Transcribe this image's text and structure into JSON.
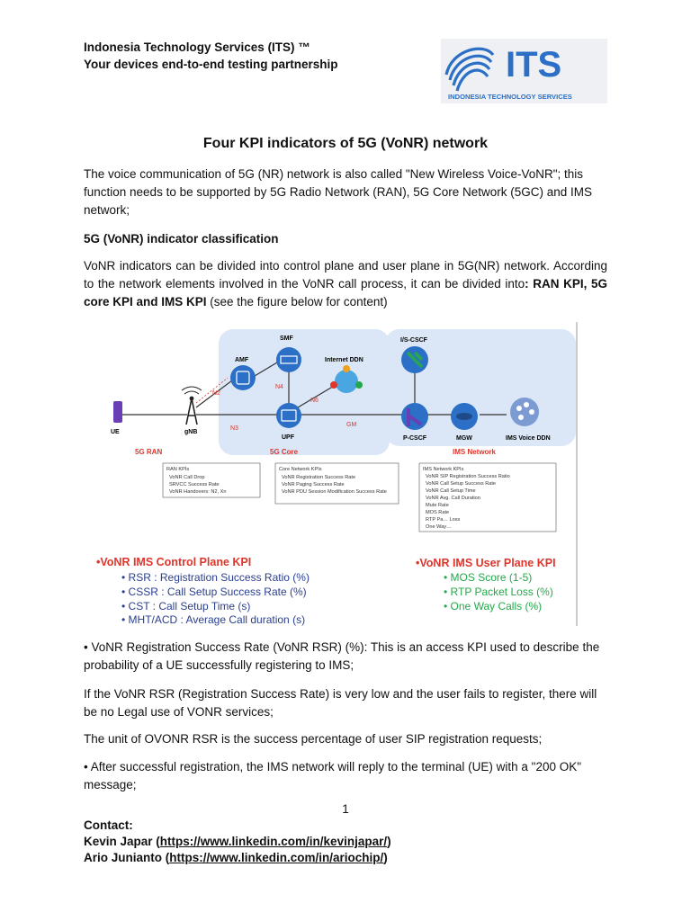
{
  "header": {
    "company": "Indonesia Technology Services (ITS) ™",
    "tagline": "Your devices end-to-end testing partnership",
    "logo_text": "ITS",
    "logo_subtext": "INDONESIA TECHNOLOGY SERVICES"
  },
  "title": "Four KPI indicators of 5G (VoNR) network",
  "para1": "The voice communication of 5G (NR) network is also called \"New Wireless Voice-VoNR\"; this function needs to be supported by 5G Radio Network (RAN), 5G Core Network (5GC) and IMS network;",
  "section_heading": "5G (VoNR) indicator classification",
  "para2_a": "VoNR indicators can be divided into control plane and user plane in 5G(NR) network. According to the network elements involved in the VoNR call process, it can be divided into",
  "para2_bold": ": RAN KPI, 5G core KPI and IMS KPI",
  "para2_b": " (see the figure below for content)",
  "figure": {
    "nodes": {
      "smf": "SMF",
      "amf": "AMF",
      "internet_ddn": "Internet DDN",
      "iscscf": "I/S-CSCF",
      "ue": "UE",
      "gnb": "gNB",
      "upf": "UPF",
      "pcscf": "P-CSCF",
      "mgw": "MGW",
      "ims_voice_ddn": "IMS Voice DDN"
    },
    "links": {
      "n2": "N2",
      "n4": "N4",
      "n6": "N6",
      "n3": "N3",
      "gm": "GM"
    },
    "domains": {
      "ran": "5G RAN",
      "core": "5G Core",
      "ims": "IMS Network"
    },
    "ran_box": {
      "title": "RAN KPIs",
      "items": [
        "VoNR Call Drop",
        "SRVCC Success Rate",
        "VoNR Handovers: N2, Xn"
      ]
    },
    "core_box": {
      "title": "Core Network KPIs",
      "items": [
        "VoNR Registration Success Rate",
        "VoNR Paging Success Rate",
        "VoNR PDU Session Modification Success Rate"
      ]
    },
    "ims_box": {
      "title": "IMS Network KPIs",
      "items": [
        "VoNR SIP Registration Success Ratio",
        "VoNR Call Setup Success Rate",
        "VoNR Call Setup Time",
        "VoNR Avg. Call Duration",
        "Mute Rate",
        "MOS Rate",
        "RTP Pa… Loss",
        "One Way…"
      ]
    },
    "control_title": "•VoNR IMS Control Plane KPI",
    "control_items": [
      "RSR : Registration Success Ratio (%)",
      "CSSR : Call Setup Success Rate (%)",
      "CST : Call Setup Time (s)",
      "MHT/ACD : Average Call duration (s)"
    ],
    "user_title": "•VoNR IMS User Plane KPI",
    "user_items": [
      "MOS Score (1-5)",
      "RTP Packet Loss (%)",
      "One Way Calls (%)"
    ]
  },
  "para3": "• VoNR Registration Success Rate (VoNR RSR) (%): This is an access KPI used to describe the probability of a UE successfully registering to IMS;",
  "para4": "If the VoNR RSR (Registration Success Rate) is very low and the user fails to register, there will be no Legal use of VONR services;",
  "para5": "The unit of OVONR RSR is the success percentage of user SIP registration requests;",
  "para6": "• After successful registration, the IMS network will reply to the terminal (UE) with a \"200 OK\" message;",
  "page_number": "1",
  "contact": {
    "label": "Contact:",
    "person1_name": "Kevin Japar (",
    "person1_link": "https://www.linkedin.com/in/kevinjapar/",
    "person2_name": "Ario Junianto (",
    "person2_link": "https://www.linkedin.com/in/ariochip/",
    "close": ")"
  },
  "colors": {
    "accent_red": "#e0352b",
    "accent_green": "#22a84a",
    "logo_blue": "#2b6fc6",
    "panel_blue": "#dbe7f6"
  }
}
